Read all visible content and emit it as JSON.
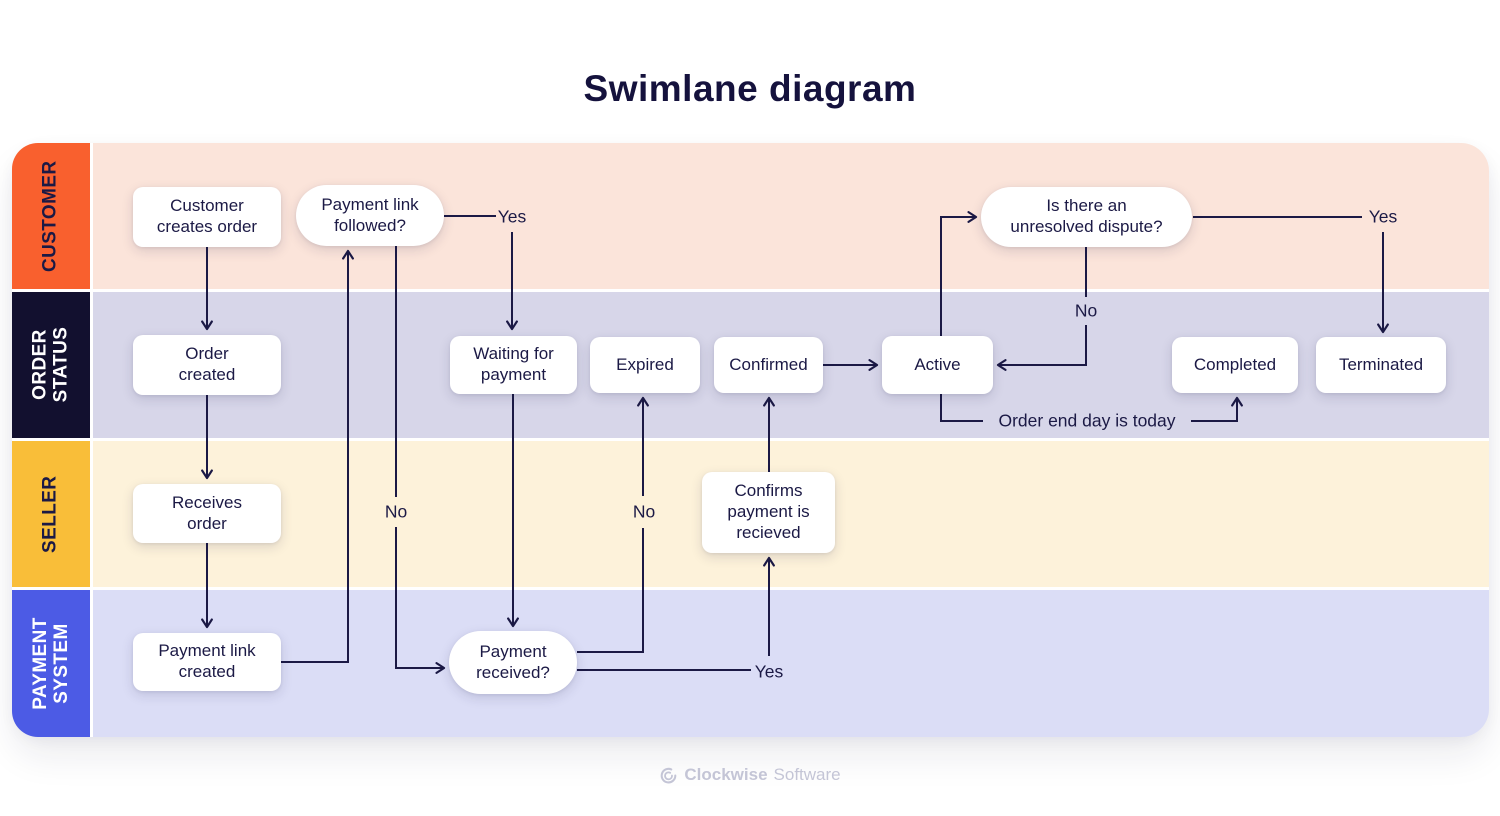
{
  "title": "Swimlane diagram",
  "lanes": [
    {
      "id": "customer",
      "label": "CUSTOMER",
      "label_bg": "#F9602E",
      "label_color": "#1B1945",
      "track_bg": "#FBE4DA"
    },
    {
      "id": "order-status",
      "label": "ORDER\nSTATUS",
      "label_bg": "#12102F",
      "label_color": "#FFFFFF",
      "track_bg": "#D7D6E9"
    },
    {
      "id": "seller",
      "label": "SELLER",
      "label_bg": "#F9BE39",
      "label_color": "#1B1945",
      "track_bg": "#FDF2DA"
    },
    {
      "id": "payment-system",
      "label": "PAYMENT\nSYSTEM",
      "label_bg": "#4C5BE5",
      "label_color": "#FFFFFF",
      "track_bg": "#DBDDF6"
    }
  ],
  "nodes": {
    "customer_creates_order": "Customer\ncreates order",
    "payment_link_followed": "Payment link\nfollowed?",
    "order_created": "Order\ncreated",
    "waiting_for_payment": "Waiting for\npayment",
    "expired": "Expired",
    "confirmed": "Confirmed",
    "active": "Active",
    "unresolved_dispute": "Is there an\nunresolved dispute?",
    "completed": "Completed",
    "terminated": "Terminated",
    "receives_order": "Receives\norder",
    "confirms_payment": "Confirms\npayment is\nrecieved",
    "payment_link_created": "Payment link\ncreated",
    "payment_received": "Payment\nreceived?"
  },
  "edge_labels": {
    "yes_payment_link": "Yes",
    "no_payment_link": "No",
    "no_payment_received": "No",
    "yes_payment_received": "Yes",
    "no_dispute": "No",
    "yes_dispute": "Yes",
    "order_end": "Order end day is today"
  },
  "footer": {
    "brand_bold": "Clockwise",
    "brand_light": "Software"
  },
  "colors": {
    "line": "#1B1945",
    "text": "#1B1945",
    "title": "#15123D",
    "node_bg": "#FFFFFF",
    "footer_text": "#C4C5D6"
  }
}
